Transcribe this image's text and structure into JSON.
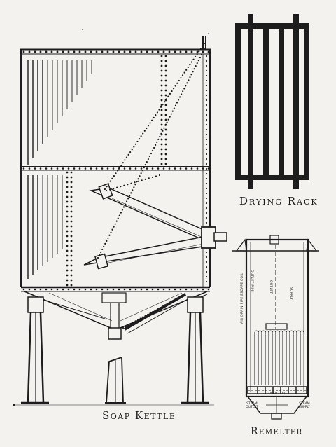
{
  "captions": {
    "soap_kettle": "Soap Kettle",
    "drying_rack": "Drying Rack",
    "remelter": "Remelter"
  },
  "remelter_labels": {
    "outlet_pipe": "OUTLET PIPE",
    "outlet": "OUTLET",
    "supply": "SUPPLY",
    "air_drain_pipe": "AIR DRAIN PIPE ESCAPE COIL",
    "closed_coil": "CLOSED COIL",
    "steam_outlet": "STEAM OUTLET",
    "steam_supply": "STEAM SUPPLY"
  },
  "colors": {
    "ink": "#1d1d1d",
    "paper": "#f3f2ee"
  }
}
